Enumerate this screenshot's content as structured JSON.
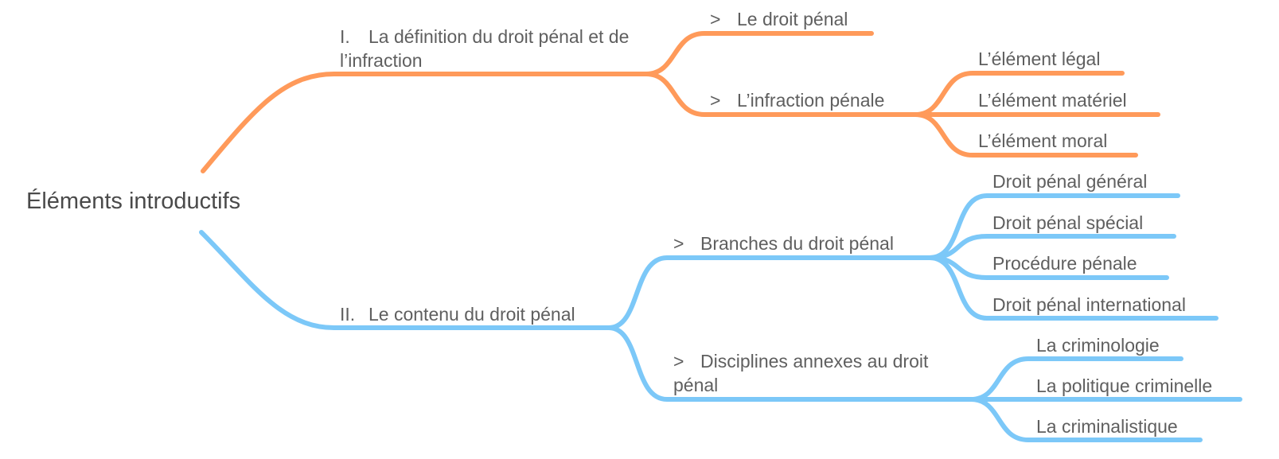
{
  "colors": {
    "branch_1": "#FF9A5A",
    "branch_2": "#7CC8F8",
    "text": "#5f5f5f",
    "root_text": "#4a4a4a"
  },
  "root": {
    "label": "Éléments introductifs"
  },
  "sections": [
    {
      "marker": "I.",
      "label": "La définition du droit pénal et de l’infraction",
      "children": [
        {
          "marker": ">",
          "label": "Le droit pénal",
          "children": []
        },
        {
          "marker": ">",
          "label": "L’infraction pénale",
          "children": [
            "L’élément légal",
            "L’élément matériel",
            "L’élément moral"
          ]
        }
      ]
    },
    {
      "marker": "II.",
      "label": "Le contenu du droit pénal",
      "children": [
        {
          "marker": ">",
          "label": "Branches du droit pénal",
          "children": [
            "Droit pénal général",
            "Droit pénal spécial",
            "Procédure pénale",
            "Droit pénal international"
          ]
        },
        {
          "marker": ">",
          "label": "Disciplines annexes au droit pénal",
          "children": [
            "La criminologie",
            "La politique criminelle",
            "La criminalistique"
          ]
        }
      ]
    }
  ]
}
